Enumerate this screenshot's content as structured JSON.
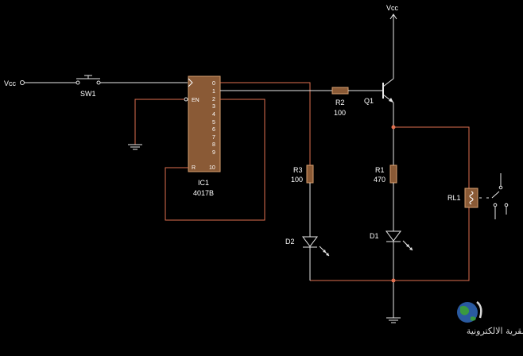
{
  "labels": {
    "vcc_left": "Vcc",
    "vcc_top": "Vcc",
    "sw1": "SW1",
    "ic1_name": "IC1",
    "ic1_part": "4017B",
    "r2_name": "R2",
    "r2_value": "100",
    "q1": "Q1",
    "r3_name": "R3",
    "r3_value": "100",
    "r1_name": "R1",
    "r1_value": "470",
    "rl1": "RL1",
    "d1": "D1",
    "d2": "D2"
  },
  "ic_pins": {
    "en": "EN",
    "r": "R",
    "outputs": [
      "0",
      "1",
      "2",
      "3",
      "4",
      "5",
      "6",
      "7",
      "8",
      "9",
      "10"
    ]
  },
  "watermark": {
    "text": "القرية الالكترونية"
  },
  "colors": {
    "background": "#000000",
    "wire_white": "#e8e8e8",
    "wire_orange": "#e07050",
    "component_fill": "#8a5a36",
    "junction": "#e07050"
  },
  "icons": [
    "globe-logo-icon"
  ]
}
